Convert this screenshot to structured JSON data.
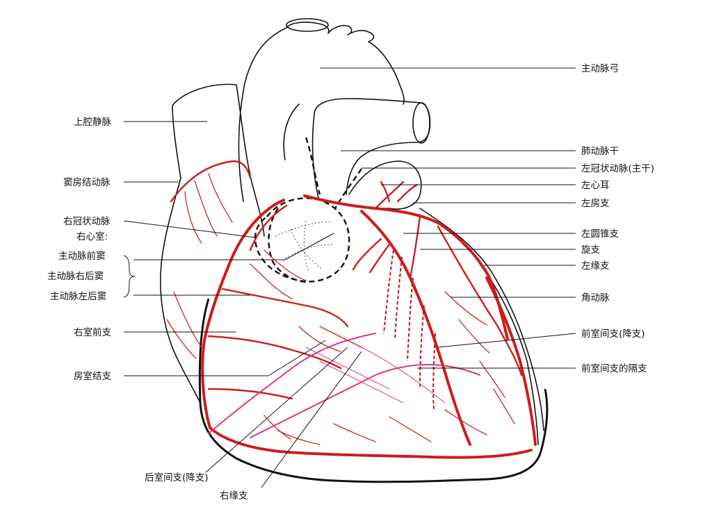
{
  "labels": {
    "aortic_arch": "主动脉弓",
    "superior_vena_cava": "上腔静脉",
    "pulmonary_trunk": "肺动脉干",
    "left_coronary_main": "左冠状动脉(主干)",
    "left_auricle": "左心耳",
    "sinoatrial_node_artery": "窦房结动脉",
    "left_atrial_branch": "左房支",
    "right_coronary_artery": "右冠状动脉",
    "right_ventricle": "右心室:",
    "left_conus_branch": "左圆锥支",
    "anterior_aortic_sinus": "主动脉前窦",
    "circumflex_branch": "旋支",
    "right_posterior_aortic_sinus": "主动脉右后窦",
    "left_marginal_branch": "左缘支",
    "left_posterior_aortic_sinus": "主动脉左后窦",
    "angular_artery": "角动脉",
    "anterior_rv_branch": "右室前支",
    "anterior_interventricular_branch": "前室间支(降支)",
    "av_node_branch": "房室结支",
    "septal_branches": "前室间支的隔支",
    "posterior_interventricular_branch": "后室间支(降支)",
    "right_marginal_branch": "右缘支"
  },
  "colors": {
    "artery": "#d11a1a",
    "artery_pink": "#e0357a",
    "outline": "#111111"
  }
}
